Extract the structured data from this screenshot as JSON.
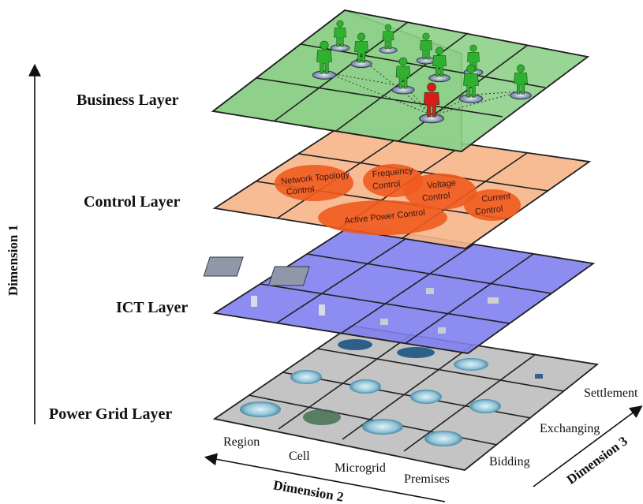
{
  "layers": {
    "business": "Business Layer",
    "control": "Control Layer",
    "ict": "ICT Layer",
    "power_grid": "Power Grid Layer"
  },
  "control_functions": {
    "network_topology_1": "Network Topology",
    "network_topology_2": "Control",
    "frequency_1": "Frequency",
    "frequency_2": "Control",
    "voltage_1": "Voltage",
    "voltage_2": "Control",
    "current_1": "Current",
    "current_2": "Control",
    "active_power": "Active Power Control"
  },
  "dimension_2": {
    "title": "Dimension 2",
    "ticks": [
      "Region",
      "Cell",
      "Microgrid",
      "Premises"
    ]
  },
  "dimension_3": {
    "title": "Dimension 3",
    "ticks": [
      "Bidding",
      "Exchanging",
      "Settlement"
    ]
  },
  "dimension_1": {
    "title": "Dimension 1"
  },
  "colors": {
    "business": "#8ed08a",
    "control": "#f7b58a",
    "ict": "#7f7ff0",
    "power_grid": "#c4c4c4",
    "ellipse": "#ef5a1e",
    "person_green": "#2fb02f",
    "person_red": "#d81c1c"
  }
}
